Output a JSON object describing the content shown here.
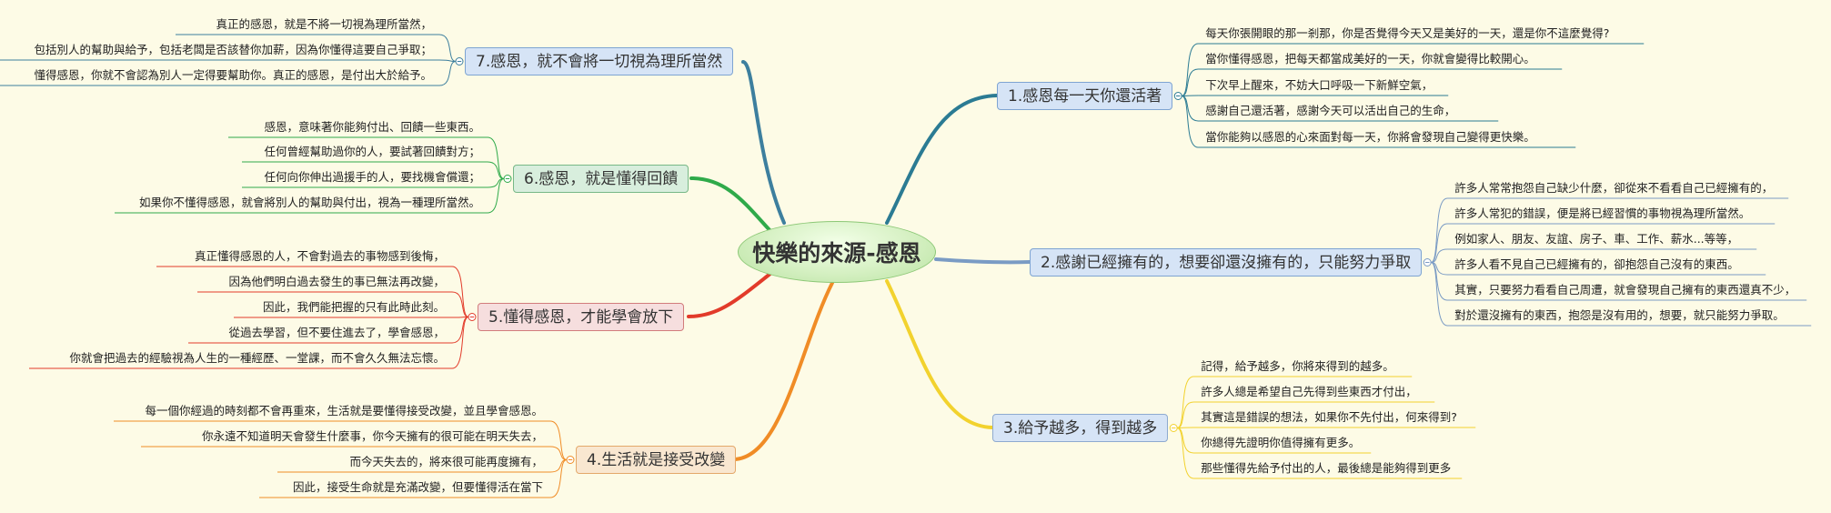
{
  "central": "快樂的來源-感恩",
  "right_branches": [
    {
      "label": "1.感恩每一天你還活著",
      "items": [
        "每天你張開眼的那一剎那，你是否覺得今天又是美好的一天，還是你不這麼覺得?",
        "當你懂得感恩，把每天都當成美好的一天，你就會變得比較開心。",
        "下次早上醒來，不妨大口呼吸一下新鮮空氣，",
        "感謝自己還活著，感謝今天可以活出自己的生命，",
        "當你能夠以感恩的心來面對每一天，你將會發現自己變得更快樂。"
      ]
    },
    {
      "label": "2.感謝已經擁有的，想要卻還沒擁有的，只能努力爭取",
      "items": [
        "許多人常常抱怨自己缺少什麼，卻從來不看看自己已經擁有的，",
        "許多人常犯的錯誤，便是將已經習慣的事物視為理所當然。",
        "例如家人、朋友、友誼、房子、車、工作、薪水...等等，",
        "許多人看不見自己已經擁有的，卻抱怨自己沒有的東西。",
        "其實，只要努力看看自己周遭，就會發現自己擁有的東西還真不少，",
        "對於還沒擁有的東西，抱怨是沒有用的，想要，就只能努力爭取。"
      ]
    },
    {
      "label": "3.給予越多，得到越多",
      "items": [
        "記得，給予越多，你將來得到的越多。",
        "許多人總是希望自己先得到些東西才付出，",
        "其實這是錯誤的想法，如果你不先付出，何來得到?",
        "你總得先證明你值得擁有更多。",
        "那些懂得先給予付出的人，最後總是能夠得到更多"
      ]
    }
  ],
  "left_branches": [
    {
      "label": "7.感恩，就不會將一切視為理所當然",
      "items": [
        "真正的感恩，就是不將一切視為理所當然，",
        "包括別人的幫助與給予，包括老闆是否該替你加薪，因為你懂得這要自己爭取；",
        "懂得感恩，你就不會認為別人一定得要幫助你。真正的感恩，是付出大於給予。"
      ]
    },
    {
      "label": "6.感恩，就是懂得回饋",
      "items": [
        "感恩，意味著你能夠付出、回饋一些東西。",
        "任何曾經幫助過你的人，要試著回饋對方；",
        "任何向你伸出過援手的人，要找機會償還；",
        "如果你不懂得感恩，就會將別人的幫助與付出，視為一種理所當然。"
      ]
    },
    {
      "label": "5.懂得感恩，才能學會放下",
      "items": [
        "真正懂得感恩的人，不會對過去的事物感到後悔，",
        "因為他們明白過去發生的事已無法再改變，",
        "因此，我們能把握的只有此時此刻。",
        "從過去學習，但不要住進去了，學會感恩，",
        "你就會把過去的經驗視為人生的一種經歷、一堂課，而不會久久無法忘懷。"
      ]
    },
    {
      "label": "4.生活就是接受改變",
      "items": [
        "每一個你經過的時刻都不會再重來，生活就是要懂得接受改變，並且學會感恩。",
        "你永遠不知道明天會發生什麼事，你今天擁有的很可能在明天失去，",
        "而今天失去的，將來很可能再度擁有，",
        "因此，接受生命就是充滿改變，但要懂得活在當下"
      ]
    }
  ],
  "colors": {
    "branch1": "#2b7b93",
    "branch2": "#7a9bc4",
    "branch3": "#f2d22e",
    "branch4": "#f08c26",
    "branch5": "#e23b2a",
    "branch6": "#2faa4a",
    "branch7": "#3d7f9e"
  }
}
